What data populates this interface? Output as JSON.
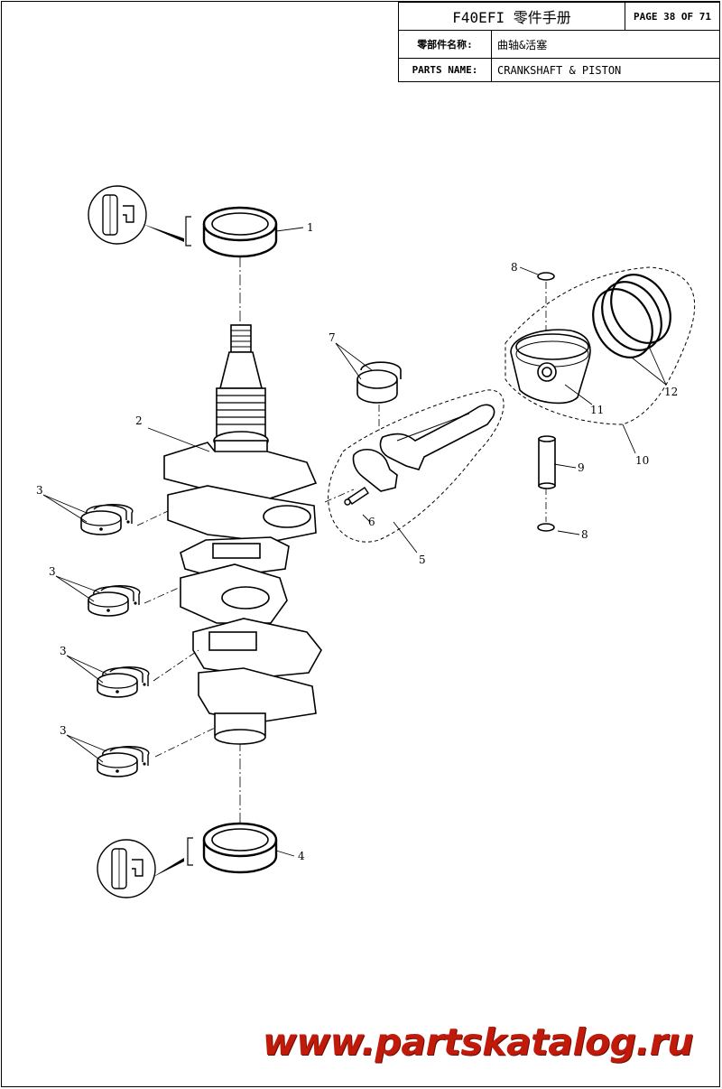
{
  "header": {
    "model_title": "F40EFI 零件手册",
    "page_label": "PAGE 38 OF 71",
    "cn_label": "零部件名称:",
    "cn_value": "曲轴&活塞",
    "en_label": "PARTS NAME:",
    "en_value": "CRANKSHAFT & PISTON"
  },
  "callouts": {
    "c1": "1",
    "c2": "2",
    "c3a": "3",
    "c3b": "3",
    "c3c": "3",
    "c3d": "3",
    "c4": "4",
    "c5": "5",
    "c6": "6",
    "c7": "7",
    "c8a": "8",
    "c8b": "8",
    "c9": "9",
    "c10": "10",
    "c11": "11",
    "c12": "12"
  },
  "icons": [
    "grease-apply-icon-top",
    "grease-apply-icon-bottom"
  ],
  "watermark": "www.partskatalog.ru",
  "colors": {
    "watermark": "#c11a0a",
    "line": "#000000"
  }
}
